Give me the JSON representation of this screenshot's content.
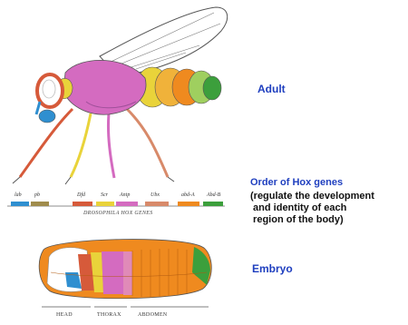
{
  "labels": {
    "adult": "Adult",
    "order": "Order of Hox genes",
    "note": "(regulate the development\n and identity of each\n region of the body)",
    "embryo": "Embryo"
  },
  "genes": [
    {
      "name": "lab",
      "color": "#2f8fd0"
    },
    {
      "name": "pb",
      "color": "#a08c4c"
    },
    {
      "name": "Dfd",
      "color": "#d65a3a"
    },
    {
      "name": "Scr",
      "color": "#e9d33a"
    },
    {
      "name": "Antp",
      "color": "#d46bc0"
    },
    {
      "name": "Ubx",
      "color": "#d88a6a"
    },
    {
      "name": "abd-A",
      "color": "#ef8a1f"
    },
    {
      "name": "Abd-B",
      "color": "#3c9f3c"
    }
  ],
  "caption": "DROSOPHILA HOX GENES",
  "regions": [
    "HEAD",
    "THORAX",
    "ABDOMEN"
  ]
}
